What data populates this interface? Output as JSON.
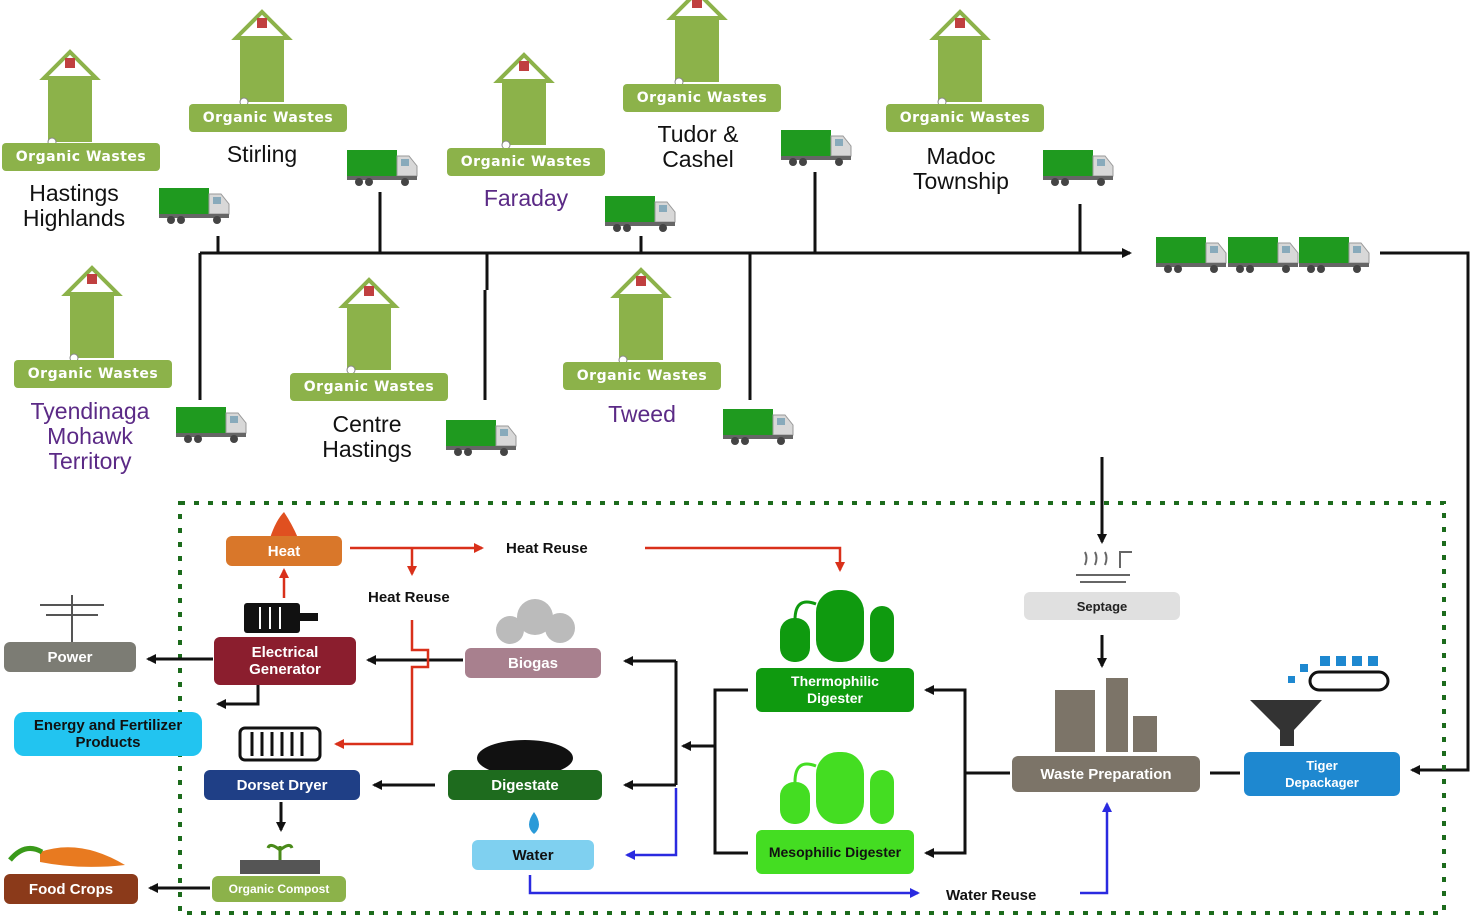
{
  "bin_label": "Organic Wastes",
  "towns": {
    "hastings_highlands": "Hastings\nHighlands",
    "stirling": "Stirling",
    "faraday": "Faraday",
    "tudor_cashel": "Tudor &\nCashel",
    "madoc": "Madoc\nTownship",
    "tyendinaga": "Tyendinaga\nMohawk\nTerritory",
    "centre_hastings": "Centre\nHastings",
    "tweed": "Tweed"
  },
  "nodes": {
    "heat": "Heat",
    "heat_reuse_top": "Heat Reuse",
    "heat_reuse_mid": "Heat Reuse",
    "electrical_generator": "Electrical\nGenerator",
    "power": "Power",
    "energy_fertilizer": "Energy and Fertilizer\nProducts",
    "biogas": "Biogas",
    "dorset_dryer": "Dorset Dryer",
    "digestate": "Digestate",
    "water": "Water",
    "organic_compost": "Organic Compost",
    "food_crops": "Food Crops",
    "thermophilic_digester": "Thermophilic\nDigester",
    "mesophilic_digester": "Mesophilic Digester",
    "septage": "Septage",
    "waste_preparation": "Waste Preparation",
    "tiger_depackager": "Tiger\nDepackager",
    "water_reuse": "Water Reuse"
  },
  "colors": {
    "bin_green": "#8cb24a",
    "truck_green": "#1f9a1f",
    "heat_orange": "#d9772a",
    "generator_red": "#8b1e2e",
    "power_gray": "#7c7c74",
    "energy_cyan": "#22c4f0",
    "biogas_mauve": "#a8808e",
    "dryer_navy": "#1f3f86",
    "digestate_green": "#1e6b1e",
    "water_light_blue": "#7fd0f0",
    "compost_green": "#8cb24a",
    "food_brown": "#8b3a1a",
    "thermo_green": "#0f9a0f",
    "meso_green": "#44dd22",
    "septage_gray": "#e0e0e0",
    "waste_prep_gray": "#7c7468",
    "tiger_blue": "#1e88d0",
    "heat_arrow_red": "#d9301a",
    "water_arrow_blue": "#2a2ae0",
    "boundary_green": "#1c6b1c"
  }
}
